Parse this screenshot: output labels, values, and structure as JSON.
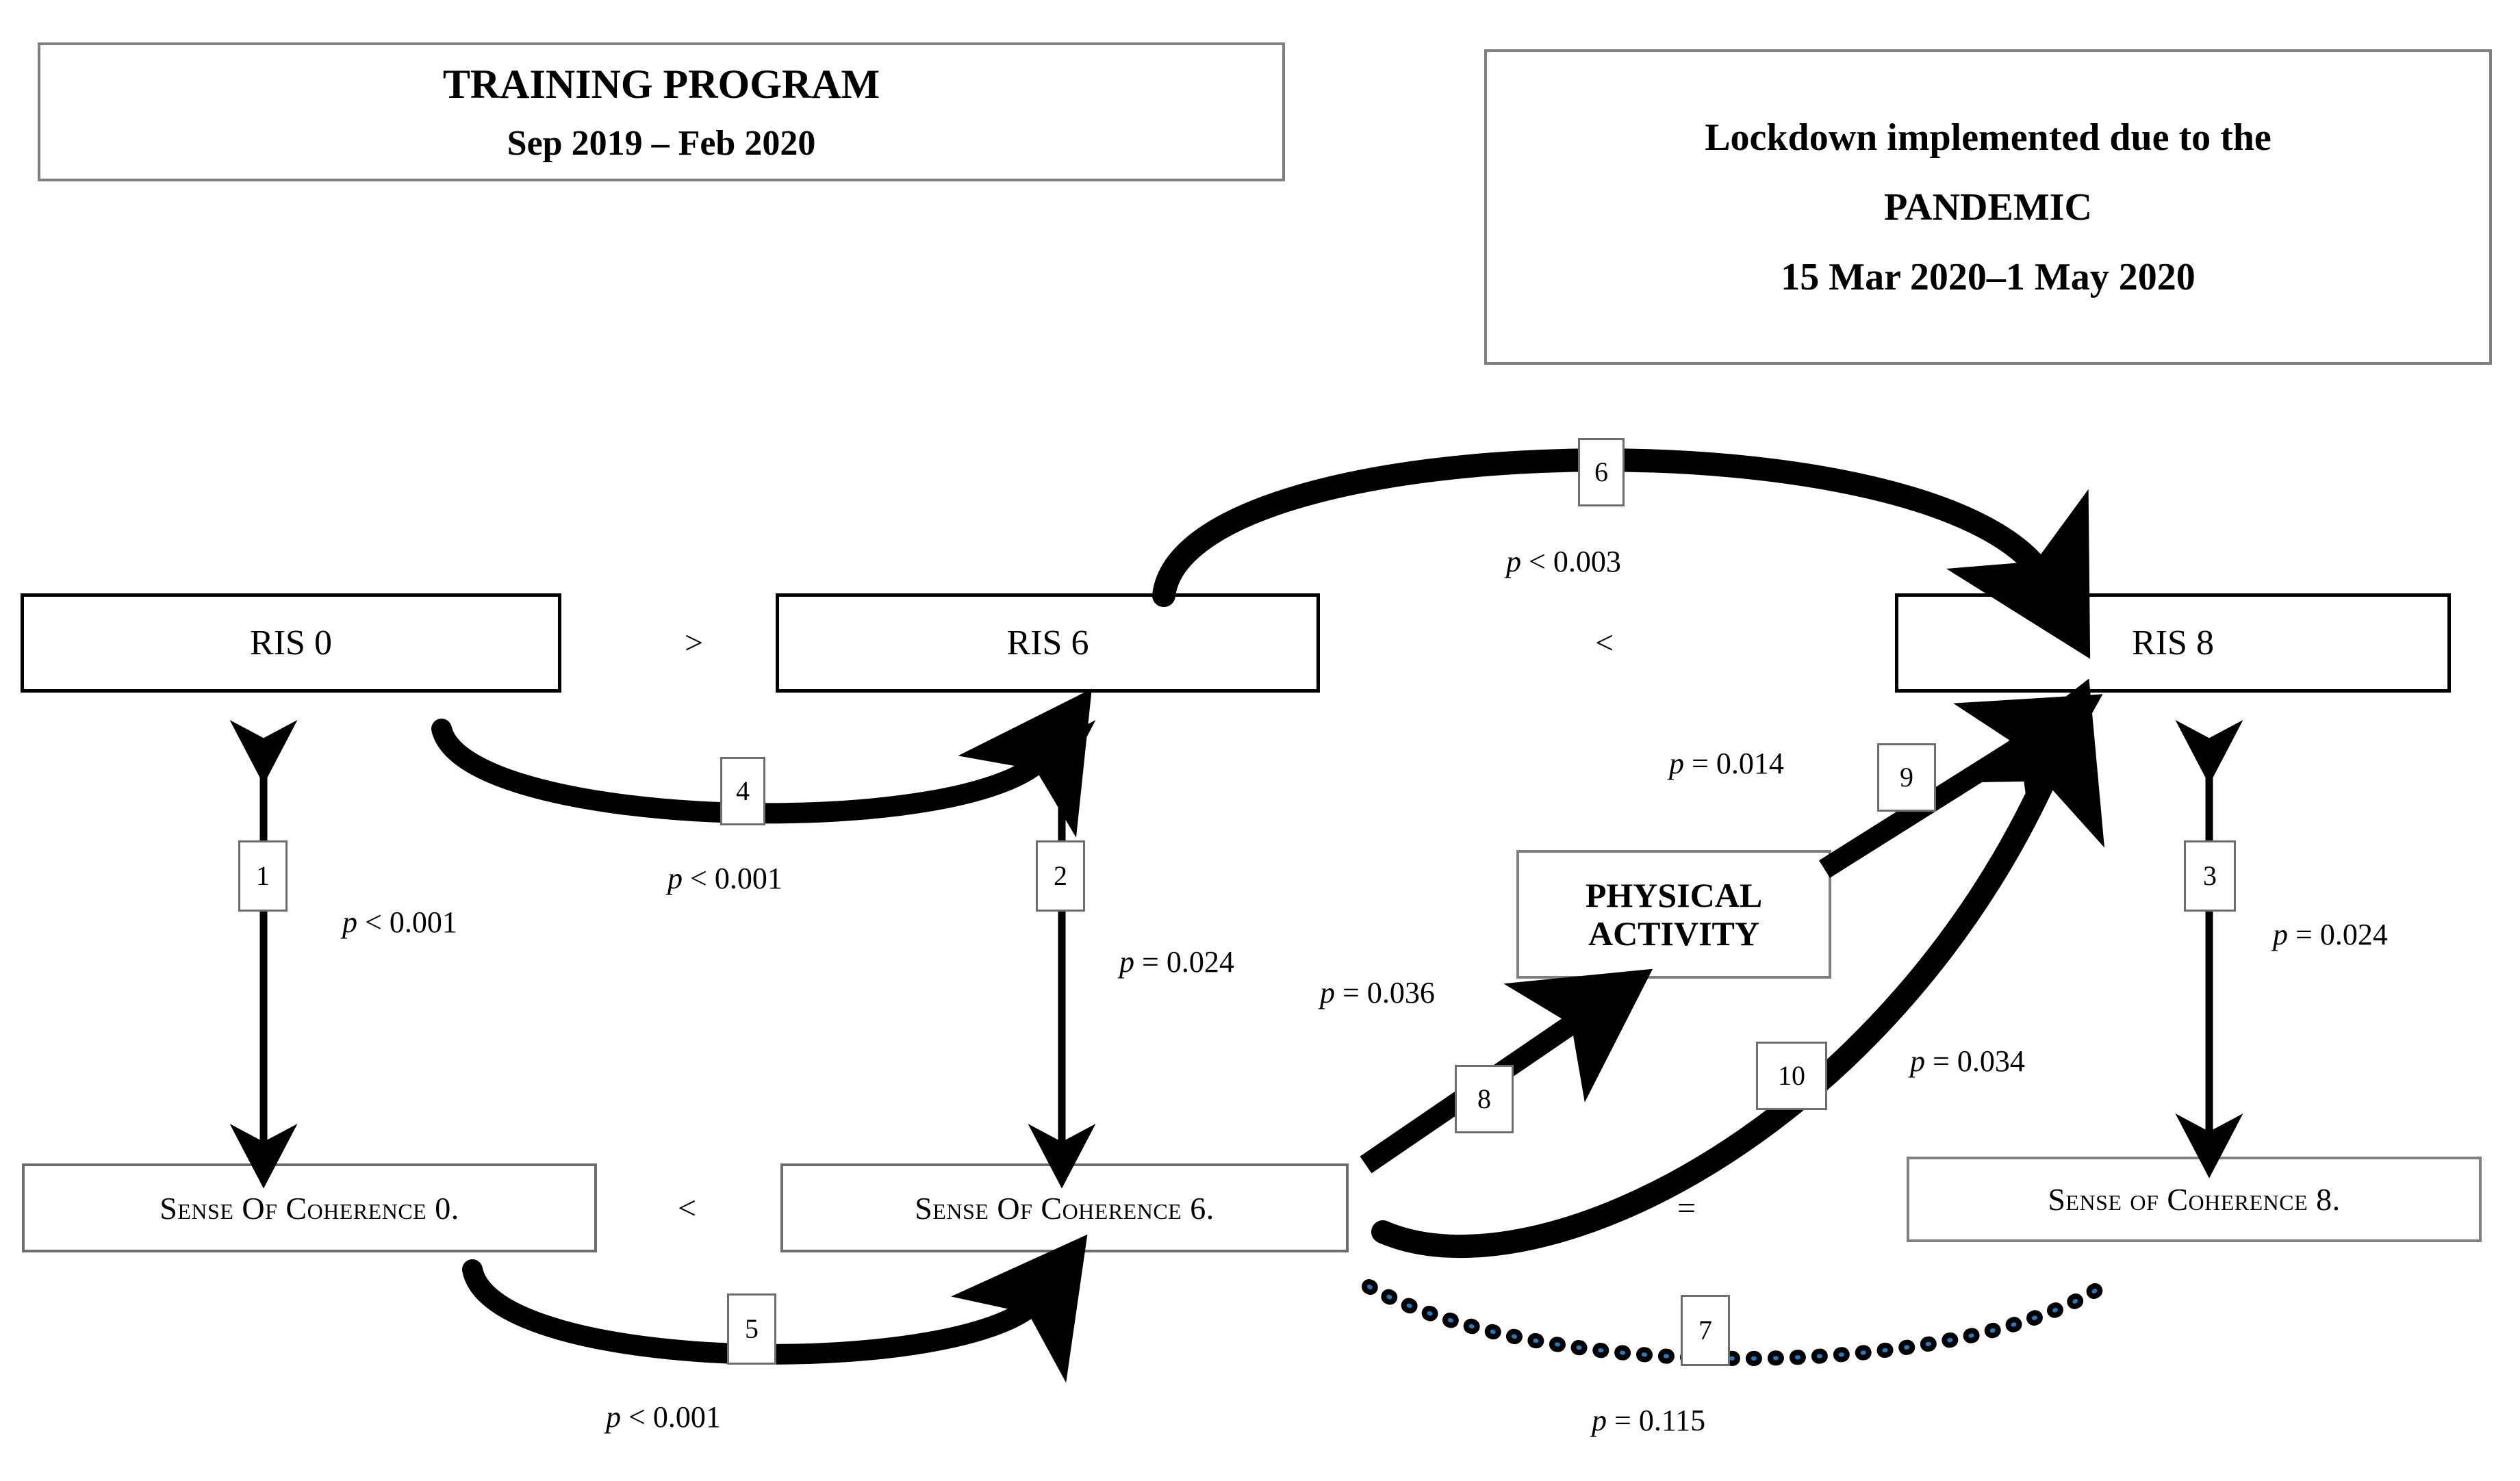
{
  "header": {
    "training": {
      "title": "TRAINING PROGRAM",
      "period": "Sep 2019 – Feb 2020"
    },
    "lockdown": {
      "line1": "Lockdown implemented due to the",
      "line2": "PANDEMIC",
      "line3": "15 Mar 2020–1 May 2020"
    }
  },
  "nodes": {
    "ris0": "RIS 0",
    "ris6": "RIS 6",
    "ris8": "RIS 8",
    "soc0": "Sense Of Coherence 0.",
    "soc6": "Sense Of Coherence 6.",
    "soc8": "Sense of Coherence 8.",
    "physical_activity_line1": "PHYSICAL",
    "physical_activity_line2": "ACTIVITY"
  },
  "comparators": {
    "ris0_ris6": ">",
    "ris6_ris8": "<",
    "soc0_soc6": "<",
    "soc6_soc8": "="
  },
  "edges": [
    {
      "id": "1",
      "label": "1",
      "p": "p < 0.001",
      "from": "RIS 0",
      "to": "Sense Of Coherence 0.",
      "style": "double-arrow"
    },
    {
      "id": "2",
      "label": "2",
      "p": "p = 0.024",
      "from": "RIS 6",
      "to": "Sense Of Coherence 6.",
      "style": "double-arrow"
    },
    {
      "id": "3",
      "label": "3",
      "p": "p = 0.024",
      "from": "RIS 8",
      "to": "Sense of Coherence 8.",
      "style": "double-arrow"
    },
    {
      "id": "4",
      "label": "4",
      "p": "p < 0.001",
      "from": "RIS 0",
      "to": "RIS 6",
      "style": "curved-arrow"
    },
    {
      "id": "5",
      "label": "5",
      "p": "p < 0.001",
      "from": "Sense Of Coherence 0.",
      "to": "Sense Of Coherence 6.",
      "style": "curved-arrow"
    },
    {
      "id": "6",
      "label": "6",
      "p": "p < 0.003",
      "from": "RIS 6",
      "to": "RIS 8",
      "style": "curved-arrow"
    },
    {
      "id": "7",
      "label": "7",
      "p": "p = 0.115",
      "from": "Sense Of Coherence 6.",
      "to": "Sense of Coherence 8.",
      "style": "dotted"
    },
    {
      "id": "8",
      "label": "8",
      "p": "p = 0.036",
      "from": "Sense Of Coherence 6.",
      "to": "PHYSICAL ACTIVITY",
      "style": "straight-arrow"
    },
    {
      "id": "9",
      "label": "9",
      "p": "p = 0.014",
      "from": "PHYSICAL ACTIVITY",
      "to": "RIS 8",
      "style": "straight-arrow"
    },
    {
      "id": "10",
      "label": "10",
      "p": "p = 0.034",
      "from": "Sense Of Coherence 6.",
      "to": "RIS 8",
      "style": "curved-arrow"
    }
  ],
  "colors": {
    "line": "#000000",
    "box_border_dark": "#000000",
    "box_border_grey": "#7f7f7f",
    "dotted_accent": "#1f7cc2",
    "background": "#ffffff"
  }
}
